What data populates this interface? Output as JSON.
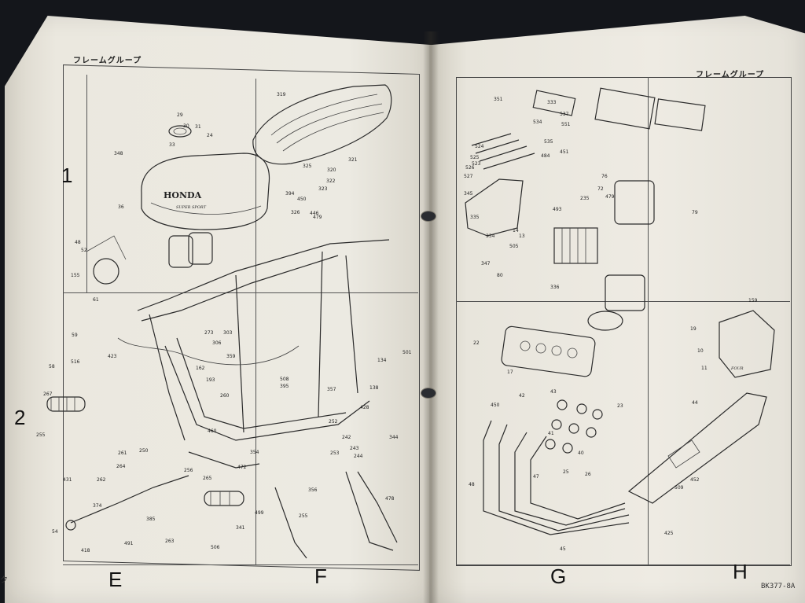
{
  "left_page": {
    "header": "フレームグループ",
    "row_labels": [
      "1",
      "2"
    ],
    "col_labels": [
      "E",
      "F"
    ],
    "cut_text": "ク",
    "brand": "HONDA",
    "brand_sub": "SUPER SPORT",
    "part_numbers": [
      "29",
      "30",
      "31",
      "24",
      "33",
      "348",
      "36",
      "319",
      "320",
      "321",
      "322",
      "323",
      "325",
      "326",
      "394",
      "450",
      "479",
      "48",
      "52",
      "155",
      "61",
      "59",
      "58",
      "516",
      "423",
      "267",
      "255",
      "261",
      "264",
      "256",
      "250",
      "431",
      "262",
      "374",
      "54",
      "418",
      "491",
      "263",
      "385",
      "265",
      "341",
      "506",
      "357",
      "354",
      "460",
      "472",
      "446",
      "273",
      "303",
      "306",
      "359",
      "162",
      "193",
      "260",
      "501",
      "508",
      "395",
      "134",
      "138",
      "428",
      "252",
      "242",
      "243",
      "244",
      "253",
      "255",
      "344",
      "478",
      "499",
      "356"
    ]
  },
  "right_page": {
    "header": "フレームグループ",
    "col_labels": [
      "G",
      "H"
    ],
    "code": "BK377-8A",
    "emblem_text": "FOUR",
    "part_numbers": [
      "351",
      "333",
      "537",
      "551",
      "535",
      "534",
      "524",
      "525",
      "526",
      "527",
      "523",
      "484",
      "451",
      "72",
      "76",
      "345",
      "335",
      "334",
      "347",
      "80",
      "336",
      "505",
      "493",
      "235",
      "479",
      "79",
      "159",
      "42",
      "43",
      "41",
      "40",
      "45",
      "47",
      "48",
      "44",
      "23",
      "22",
      "17",
      "14",
      "13",
      "25",
      "26",
      "509",
      "452",
      "425",
      "450",
      "19",
      "10",
      "11"
    ]
  }
}
